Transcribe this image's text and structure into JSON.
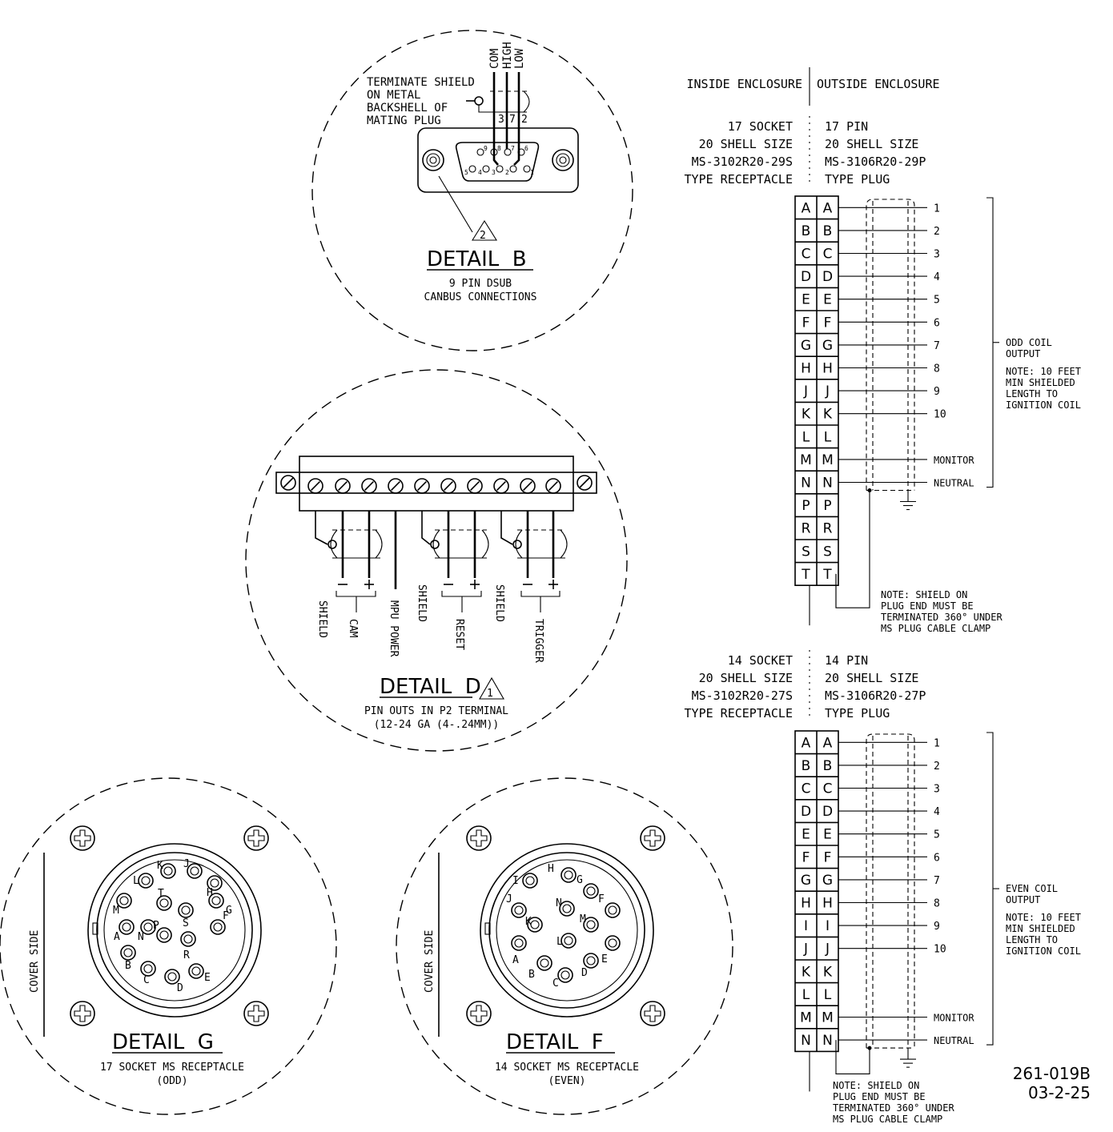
{
  "drawing_number": "261-019B",
  "drawing_date": "03-2-25",
  "header": {
    "inside": "INSIDE ENCLOSURE",
    "outside": "OUTSIDE ENCLOSURE"
  },
  "connector_odd": {
    "socket_lines": [
      "17 SOCKET",
      "20 SHELL SIZE",
      "MS-3102R20-29S",
      "TYPE RECEPTACLE"
    ],
    "pin_lines": [
      "17 PIN",
      "20 SHELL SIZE",
      "MS-3106R20-29P",
      "TYPE PLUG"
    ],
    "pins": [
      "A",
      "B",
      "C",
      "D",
      "E",
      "F",
      "G",
      "H",
      "J",
      "K",
      "L",
      "M",
      "N",
      "P",
      "R",
      "S",
      "T"
    ],
    "outputs": [
      "1",
      "2",
      "3",
      "4",
      "5",
      "6",
      "7",
      "8",
      "9",
      "10"
    ],
    "monitor_label": "MONITOR",
    "neutral_label": "NEUTRAL",
    "bracket_title": [
      "ODD COIL",
      "OUTPUT"
    ],
    "bracket_note": [
      "NOTE: 10 FEET",
      "MIN SHIELDED",
      "LENGTH TO",
      "IGNITION COIL"
    ],
    "shield_note": [
      "NOTE: SHIELD ON",
      "PLUG END MUST BE",
      "TERMINATED 360° UNDER",
      "MS PLUG CABLE CLAMP"
    ]
  },
  "connector_even": {
    "socket_lines": [
      "14 SOCKET",
      "20 SHELL SIZE",
      "MS-3102R20-27S",
      "TYPE RECEPTACLE"
    ],
    "pin_lines": [
      "14 PIN",
      "20 SHELL SIZE",
      "MS-3106R20-27P",
      "TYPE PLUG"
    ],
    "pins": [
      "A",
      "B",
      "C",
      "D",
      "E",
      "F",
      "G",
      "H",
      "I",
      "J",
      "K",
      "L",
      "M",
      "N"
    ],
    "outputs": [
      "1",
      "2",
      "3",
      "4",
      "5",
      "6",
      "7",
      "8",
      "9",
      "10"
    ],
    "monitor_label": "MONITOR",
    "neutral_label": "NEUTRAL",
    "bracket_title": [
      "EVEN COIL",
      "OUTPUT"
    ],
    "bracket_note": [
      "NOTE: 10 FEET",
      "MIN SHIELDED",
      "LENGTH TO",
      "IGNITION COIL"
    ],
    "shield_note": [
      "NOTE: SHIELD ON",
      "PLUG END MUST BE",
      "TERMINATED 360° UNDER",
      "MS PLUG CABLE CLAMP"
    ]
  },
  "detail_b": {
    "title": "DETAIL  B",
    "subtitle": [
      "9 PIN DSUB",
      "CANBUS CONNECTIONS"
    ],
    "shield_note": [
      "TERMINATE SHIELD",
      "ON METAL",
      "BACKSHELL OF",
      "MATING PLUG"
    ],
    "wire_labels": [
      "COM",
      "HIGH",
      "LOW"
    ],
    "pin_numbers": [
      "3",
      "7",
      "2"
    ],
    "top_pins": [
      "9",
      "8",
      "7",
      "6"
    ],
    "bottom_pins": [
      "5",
      "4",
      "3",
      "2",
      "1"
    ],
    "callout": "2"
  },
  "detail_d": {
    "title": "DETAIL  D",
    "subtitle": [
      "PIN OUTS IN P2 TERMINAL",
      "(12-24 GA (4-.24MM))"
    ],
    "terminal_labels": [
      "SHIELD",
      "MPU POWER",
      "SHIELD",
      "SHIELD"
    ],
    "group_labels": [
      "CAM",
      "RESET",
      "TRIGGER"
    ],
    "minus": "—",
    "plus": "+",
    "callout": "1"
  },
  "detail_g": {
    "title": "DETAIL  G",
    "subtitle": [
      "17 SOCKET MS RECEPTACLE",
      "(ODD)"
    ],
    "cover_side": "COVER SIDE",
    "sockets": [
      "K",
      "J",
      "L",
      "H",
      "T",
      "M",
      "S",
      "G",
      "A",
      "N",
      "F",
      "B",
      "P",
      "R",
      "C",
      "D",
      "E"
    ]
  },
  "detail_f": {
    "title": "DETAIL  F",
    "subtitle": [
      "14 SOCKET MS RECEPTACLE",
      "(EVEN)"
    ],
    "cover_side": "COVER SIDE",
    "sockets": [
      "H",
      "G",
      "I",
      "F",
      "J",
      "N",
      "M",
      "K",
      "L",
      "E",
      "A",
      "B",
      "C",
      "D"
    ]
  }
}
